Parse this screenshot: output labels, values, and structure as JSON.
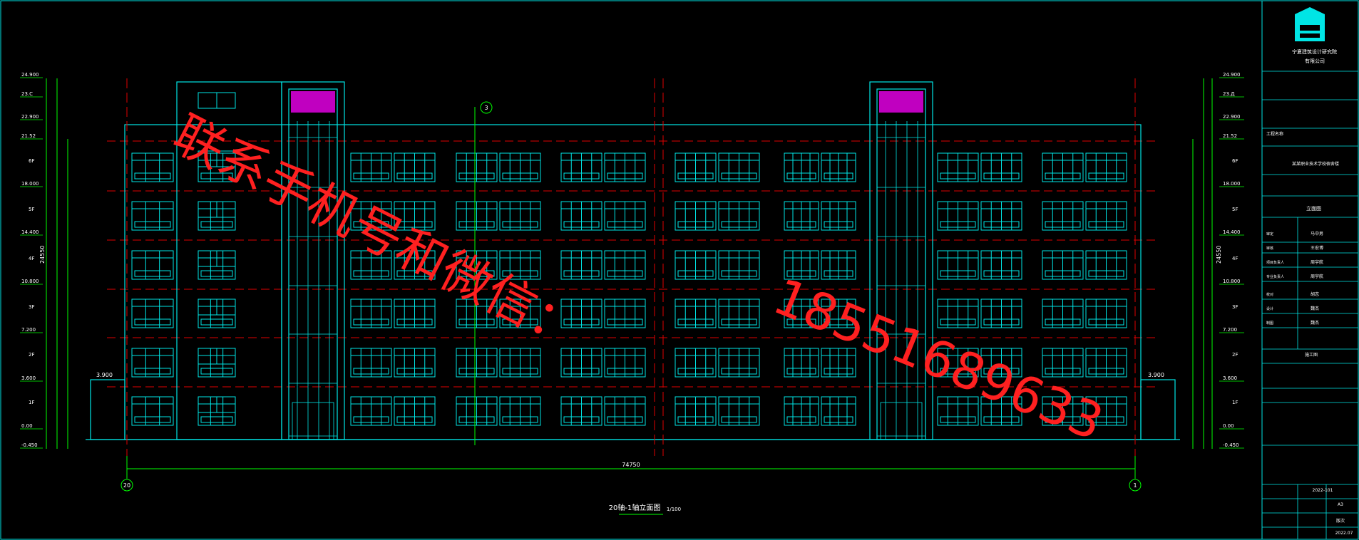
{
  "drawing": {
    "title": "20轴-1轴立面图",
    "scale": "1/100",
    "overall_dimension": "74750",
    "axis_left": "20",
    "axis_right": "1",
    "axis_mid": "3"
  },
  "levels": {
    "left": [
      "24.900",
      "23.С",
      "22.900",
      "21.52",
      "18.000",
      "14.400",
      "10.800",
      "7.200",
      "3.600",
      "0.00",
      "-0.450"
    ],
    "right": [
      "24.900",
      "23.Д",
      "22.900",
      "21.52",
      "18.000",
      "14.400",
      "10.800",
      "7.200",
      "3.600",
      "0.00",
      "-0.450"
    ]
  },
  "floor_labels": [
    "6F",
    "5F",
    "4F",
    "3F",
    "2F",
    "1F"
  ],
  "floor_heights": [
    "3600",
    "3600",
    "3600",
    "3600",
    "3600",
    "3600"
  ],
  "total_height": "24550",
  "side_level": "3.900",
  "watermark": {
    "line1": "联系手机号和微信：",
    "line2": "18551689633"
  },
  "title_block": {
    "company": [
      "宁夏建筑设计研究院",
      "有限公司"
    ],
    "project_label": "工程名称",
    "project_name": "某某职业技术学校宿舍楼",
    "drawing_name": "立面图",
    "sheet_no": "2022-101",
    "date": "2022.07",
    "names": [
      "马中男",
      "王宏博",
      "周宇航",
      "周宇航",
      "胡志",
      "魏杰",
      "魏杰"
    ],
    "roles": [
      "审定",
      "审核",
      "项目负责人",
      "专业负责人",
      "校对",
      "设计",
      "制图"
    ],
    "stage": "施工图",
    "grade": "A3",
    "revision": "版次",
    "color_fill": "#00e5e5",
    "accent": "#d000d0"
  },
  "colors": {
    "cyan": "#00e5e5",
    "green": "#00ff00",
    "red_dash": "#e00000",
    "watermark": "#ff2020",
    "magenta": "#c000c0"
  }
}
